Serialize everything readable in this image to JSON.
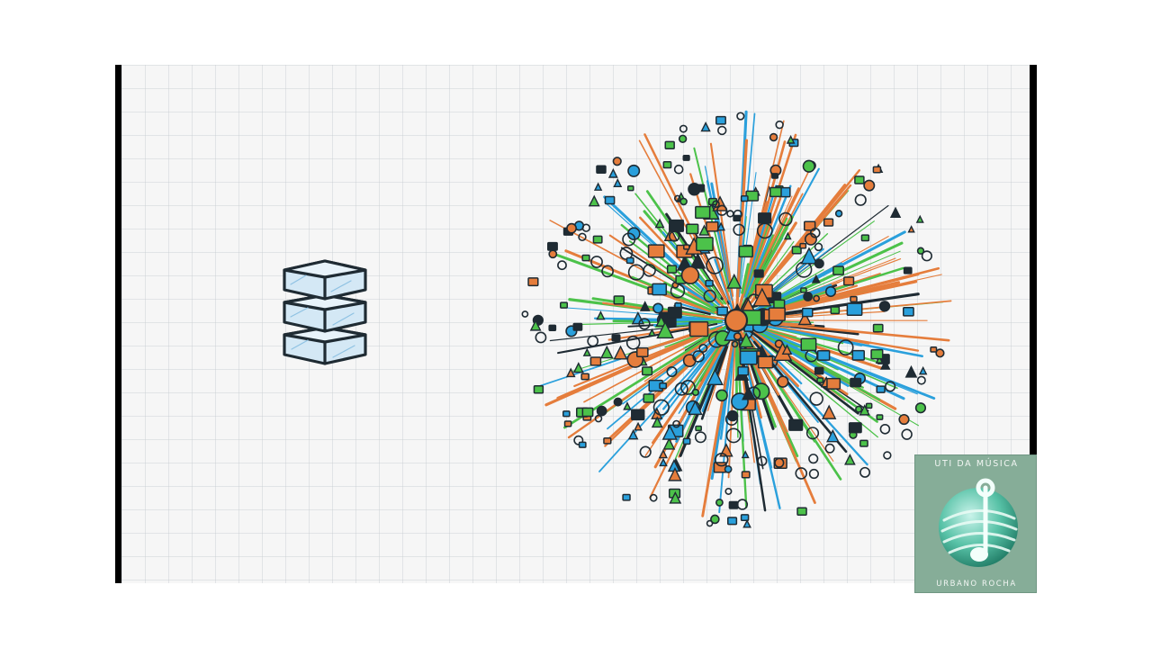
{
  "scene": {
    "left_icon": "stacked-database-layers-icon",
    "right_graphic": "exploding-data-cluster-graphic",
    "colors": {
      "ink": "#1f2b33",
      "blue": "#2aa0dc",
      "green": "#4cc24a",
      "orange": "#e57d3c",
      "layer_fill": "#d4e8f5"
    }
  },
  "logo": {
    "title": "UTI DA MÚSICA",
    "subtitle": "URBANO ROCHA",
    "icon": "music-note-icon",
    "background": "#86ad98"
  }
}
